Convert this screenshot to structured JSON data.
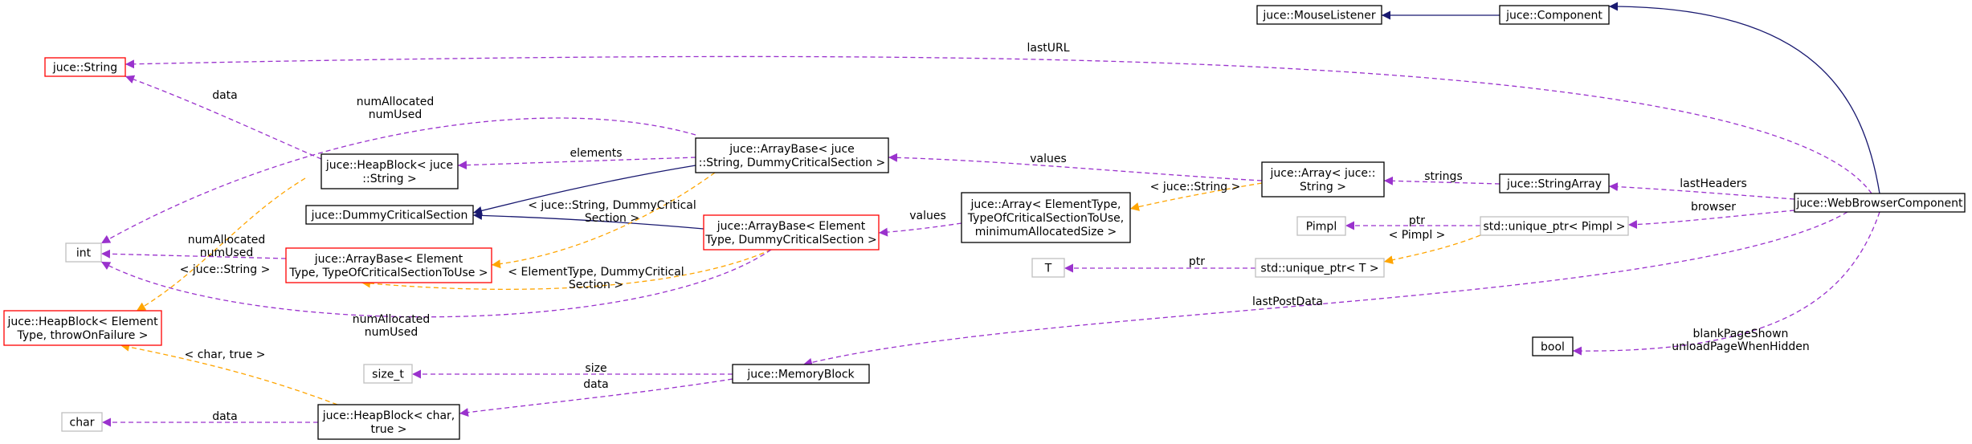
{
  "colors": {
    "inherit": "#191970",
    "usage": "#9a32cd",
    "template": "#ffa500",
    "box_black": "#000000",
    "box_red": "#ff0000",
    "box_gray": "#bfbfbf",
    "focus_fill": "#bfbfbf"
  },
  "nodes": {
    "web_browser_component": {
      "lines": [
        "juce::WebBrowserComponent"
      ]
    },
    "component": {
      "lines": [
        "juce::Component"
      ]
    },
    "mouse_listener": {
      "lines": [
        "juce::MouseListener"
      ]
    },
    "string": {
      "lines": [
        "juce::String"
      ]
    },
    "heapblock_string": {
      "lines": [
        "juce::HeapBlock< juce",
        "::String >"
      ]
    },
    "arraybase_string": {
      "lines": [
        "juce::ArrayBase< juce",
        "::String, DummyCriticalSection >"
      ]
    },
    "dummy_critical_section": {
      "lines": [
        "juce::DummyCriticalSection"
      ]
    },
    "int": {
      "lines": [
        "int"
      ]
    },
    "arraybase_template": {
      "lines": [
        "juce::ArrayBase< Element",
        "Type, TypeOfCriticalSectionToUse >"
      ]
    },
    "heapblock_template": {
      "lines": [
        "juce::HeapBlock< Element",
        "Type, throwOnFailure >"
      ]
    },
    "arraybase_elementtype": {
      "lines": [
        "juce::ArrayBase< Element",
        "Type, DummyCriticalSection >"
      ]
    },
    "array_template": {
      "lines": [
        "juce::Array< ElementType,",
        "TypeOfCriticalSectionToUse,",
        "minimumAllocatedSize >"
      ]
    },
    "array_string": {
      "lines": [
        "juce::Array< juce::",
        "String >"
      ]
    },
    "string_array": {
      "lines": [
        "juce::StringArray"
      ]
    },
    "unique_ptr_pimpl": {
      "lines": [
        "std::unique_ptr< Pimpl >"
      ]
    },
    "pimpl": {
      "lines": [
        "Pimpl"
      ]
    },
    "t": {
      "lines": [
        "T"
      ]
    },
    "unique_ptr_t": {
      "lines": [
        "std::unique_ptr< T >"
      ]
    },
    "bool": {
      "lines": [
        "bool"
      ]
    },
    "memory_block": {
      "lines": [
        "juce::MemoryBlock"
      ]
    },
    "size_t": {
      "lines": [
        "size_t"
      ]
    },
    "char": {
      "lines": [
        "char"
      ]
    },
    "heapblock_char": {
      "lines": [
        "juce::HeapBlock< char,",
        "true >"
      ]
    }
  },
  "edge_labels": {
    "last_url": [
      "lastURL"
    ],
    "data_heapblock_string": [
      "data"
    ],
    "num_allocated_top": [
      "numAllocated",
      "numUsed"
    ],
    "elements": [
      "elements"
    ],
    "values_array_string": [
      "values"
    ],
    "strings": [
      "strings"
    ],
    "last_headers": [
      "lastHeaders"
    ],
    "browser": [
      "browser"
    ],
    "juce_string_template": [
      "< juce::String >"
    ],
    "string_dummy_template": [
      "< juce::String, DummyCritical",
      "Section >"
    ],
    "values_arraybase_et": [
      "values"
    ],
    "num_allocated_mid": [
      "numAllocated",
      "numUsed"
    ],
    "juce_string_heapblock": [
      "< juce::String >"
    ],
    "element_dummy_template": [
      "< ElementType, DummyCritical",
      "Section >"
    ],
    "ptr_pimpl": [
      "ptr"
    ],
    "pimpl_template": [
      "< Pimpl >"
    ],
    "ptr_t": [
      "ptr"
    ],
    "last_post_data": [
      "lastPostData"
    ],
    "num_allocated_bottom": [
      "numAllocated",
      "numUsed"
    ],
    "blank_page": [
      "blankPageShown",
      "unloadPageWhenHidden"
    ],
    "char_true": [
      "< char, true >"
    ],
    "size": [
      "size"
    ],
    "data_memory_block": [
      "data"
    ],
    "data_char": [
      "data"
    ]
  }
}
